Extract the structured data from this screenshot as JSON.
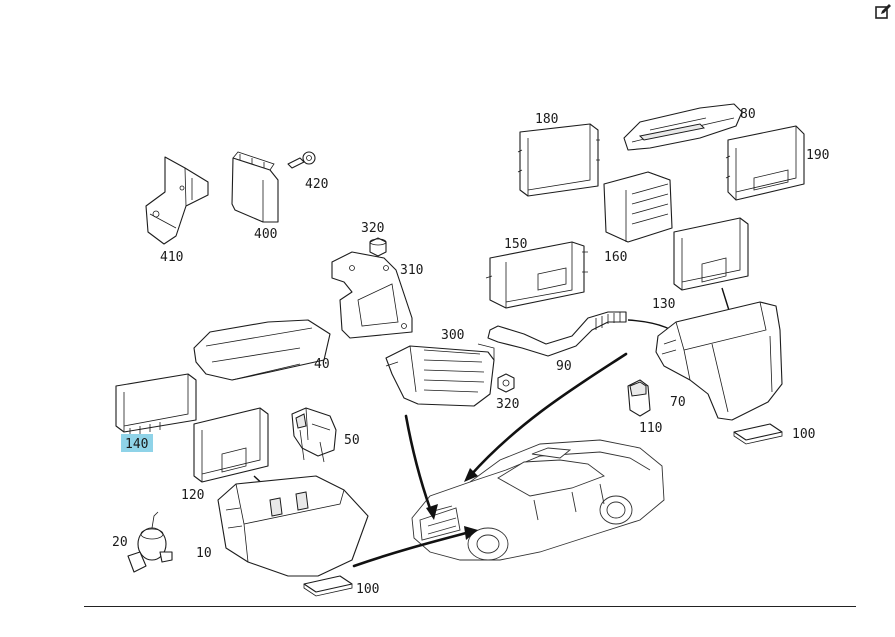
{
  "toolbar": {
    "edit_icon": "edit-icon"
  },
  "diagram": {
    "highlighted_label": "140",
    "callouts": [
      {
        "id": "180a",
        "text": "180"
      },
      {
        "id": "80",
        "text": "80"
      },
      {
        "id": "190",
        "text": "190"
      },
      {
        "id": "160",
        "text": "160"
      },
      {
        "id": "150",
        "text": "150"
      },
      {
        "id": "130",
        "text": "130"
      },
      {
        "id": "410",
        "text": "410"
      },
      {
        "id": "400",
        "text": "400"
      },
      {
        "id": "420",
        "text": "420"
      },
      {
        "id": "320a",
        "text": "320"
      },
      {
        "id": "310",
        "text": "310"
      },
      {
        "id": "300",
        "text": "300"
      },
      {
        "id": "90",
        "text": "90"
      },
      {
        "id": "320b",
        "text": "320"
      },
      {
        "id": "40",
        "text": "40"
      },
      {
        "id": "70",
        "text": "70"
      },
      {
        "id": "110",
        "text": "110"
      },
      {
        "id": "100a",
        "text": "100"
      },
      {
        "id": "140",
        "text": "140"
      },
      {
        "id": "50",
        "text": "50"
      },
      {
        "id": "120",
        "text": "120"
      },
      {
        "id": "20",
        "text": "20"
      },
      {
        "id": "10",
        "text": "10"
      },
      {
        "id": "100b",
        "text": "100"
      }
    ]
  }
}
